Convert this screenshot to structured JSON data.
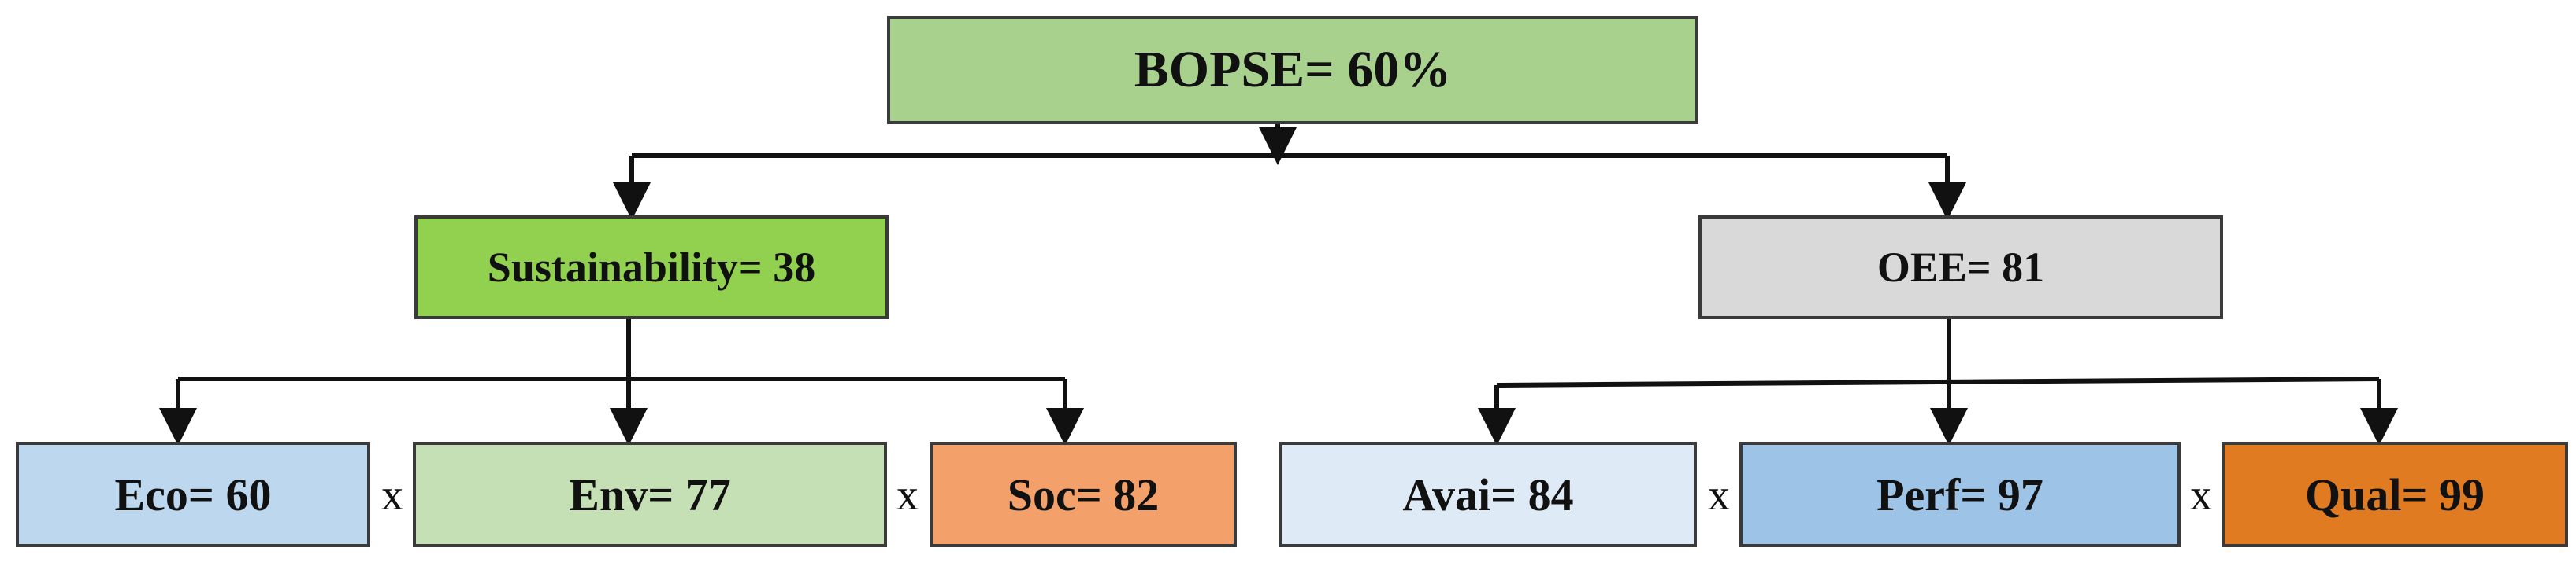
{
  "root": {
    "label": "BOPSE= 60%",
    "color": "#a9d18e"
  },
  "branches": [
    {
      "id": "sustainability",
      "label": "Sustainability= 38",
      "color": "#92d050",
      "operator": "x",
      "children": [
        {
          "id": "eco",
          "label": "Eco= 60",
          "color": "#bdd7ee"
        },
        {
          "id": "env",
          "label": "Env= 77",
          "color": "#c5e0b4"
        },
        {
          "id": "soc",
          "label": "Soc= 82",
          "color": "#f4a06b"
        }
      ]
    },
    {
      "id": "oee",
      "label": "OEE= 81",
      "color": "#d9d9d9",
      "operator": "x",
      "children": [
        {
          "id": "avai",
          "label": "Avai= 84",
          "color": "#deebf7"
        },
        {
          "id": "perf",
          "label": "Perf= 97",
          "color": "#9dc3e6"
        },
        {
          "id": "qual",
          "label": "Qual= 99",
          "color": "#e07b22"
        }
      ]
    }
  ]
}
